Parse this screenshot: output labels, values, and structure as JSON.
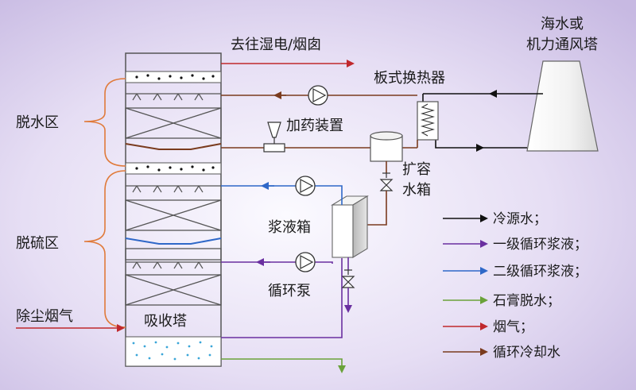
{
  "labels": {
    "outlet": "去往湿电/烟囱",
    "cooling_tower": [
      "海水或",
      "机力通风塔"
    ],
    "plate_exchanger": "板式换热器",
    "dewater_zone": "脱水区",
    "dosing": "加药装置",
    "expansion_tank": [
      "扩容",
      "水箱"
    ],
    "slurry_tank": "浆液箱",
    "desulfur_zone": "脱硫区",
    "circ_pump": "循环泵",
    "flue_inlet": "除尘烟气",
    "absorber": "吸收塔"
  },
  "legend": [
    {
      "text": "冷源水；",
      "color": "#111111"
    },
    {
      "text": "一级循环浆液；",
      "color": "#6a2fa0"
    },
    {
      "text": "二级循环浆液；",
      "color": "#2f68c8"
    },
    {
      "text": "石膏脱水；",
      "color": "#6aa23a"
    },
    {
      "text": "烟气；",
      "color": "#c0282d"
    },
    {
      "text": "循环冷却水",
      "color": "#7a3b1e"
    }
  ],
  "colors": {
    "brace": "#e07a3a",
    "cold_water": "#111111",
    "slurry1": "#6a2fa0",
    "slurry2": "#2f68c8",
    "gypsum": "#6aa23a",
    "flue": "#c0282d",
    "cooling": "#7a3b1e"
  }
}
